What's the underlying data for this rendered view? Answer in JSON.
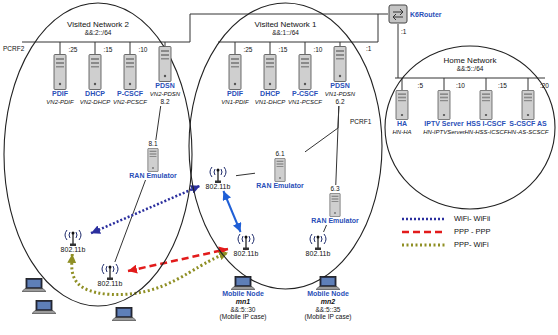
{
  "diagram": {
    "nodes": [
      {
        "text": [
          "Visited Network 2",
          "&&:2::/64"
        ]
      },
      {
        "text": [
          ":25",
          "PDIF",
          "VN2-PDIF"
        ],
        "in": 0
      },
      {
        "text": [
          ":15",
          "DHCP",
          "VN2-DHCP"
        ],
        "in": 0
      },
      {
        "text": [
          ":10",
          "P-CSCF",
          "VN2-PCSCF"
        ],
        "in": 0
      },
      {
        "text": [
          "PDSN",
          "VN2-PDSN",
          "8.2"
        ],
        "in": 0
      },
      {
        "text": [
          "8.1",
          "RAN Emulator"
        ],
        "in": 0
      },
      {
        "text": [
          "802.11b"
        ],
        "in": 0
      },
      {
        "text": [
          "802.11b"
        ],
        "in": 0
      },
      {
        "text": [
          "Visited Network 1",
          "&&:1::/64"
        ]
      },
      {
        "text": [
          ":25",
          "PDIF",
          "VN1-PDIF"
        ],
        "in": 8
      },
      {
        "text": [
          ":15",
          "DHCP",
          "VN1-DHCP"
        ],
        "in": 8
      },
      {
        "text": [
          ":10",
          "P-CSCF",
          "VN1-PCSCF"
        ],
        "in": 8
      },
      {
        "text": [
          "PDSN",
          "VN1-PDSN",
          "6.2"
        ],
        "in": 8
      },
      {
        "text": [
          "802.11b"
        ],
        "in": 8
      },
      {
        "text": [
          "6.1",
          "RAN Emulator"
        ],
        "in": 8
      },
      {
        "text": [
          "6.3",
          "RAN Emulator"
        ],
        "in": 8
      },
      {
        "text": [
          "802.11b"
        ],
        "in": 8
      },
      {
        "text": [
          "802.11b"
        ],
        "in": 8
      },
      {
        "text": [
          "K6Router"
        ]
      },
      {
        "text": [
          "Home Network",
          "&&:5::/64"
        ]
      },
      {
        "text": [
          ":5",
          "HA",
          "HN-HA"
        ],
        "in": 19
      },
      {
        "text": [
          ":10",
          "IPTV Server",
          "HN-IPTVServer"
        ],
        "in": 19
      },
      {
        "text": [
          ":15",
          "HSS I-CSCF",
          "HN-HSS-ICSCF"
        ],
        "in": 19
      },
      {
        "text": [
          ":20",
          "S-CSCF AS",
          "HN-AS-SCSCF"
        ],
        "in": 19
      },
      {
        "text": [
          "Mobile Node",
          "mn1",
          "&&:5::30",
          "(Mobile IP case)"
        ]
      },
      {
        "text": [
          "Mobile Node",
          "mn2",
          "&&:5::35",
          "(Mobile IP case)"
        ]
      }
    ],
    "edges": [
      {
        "from": 4,
        "to": 5,
        "arrow": "none"
      },
      {
        "from": 5,
        "to": 7,
        "arrow": "none"
      },
      {
        "from": 12,
        "to": 14,
        "arrow": "none"
      },
      {
        "from": 12,
        "to": 15,
        "arrow": "none"
      },
      {
        "from": 14,
        "to": 13,
        "arrow": "none"
      },
      {
        "from": 15,
        "to": 17,
        "arrow": "none"
      },
      {
        "from": 6,
        "to": 13,
        "arrow": "both"
      },
      {
        "from": 13,
        "to": 16,
        "arrow": "both"
      },
      {
        "from": 7,
        "to": 16,
        "arrow": "both"
      },
      {
        "from": 6,
        "to": 16,
        "arrow": "both"
      }
    ],
    "labels": [
      "PCRF2",
      ":1",
      ":1",
      "PCRF1"
    ],
    "legend": [
      {
        "text": "WiFi- WiFii"
      },
      {
        "text": "PPP - PPP"
      },
      {
        "text": "PPP- WiFi"
      }
    ]
  }
}
